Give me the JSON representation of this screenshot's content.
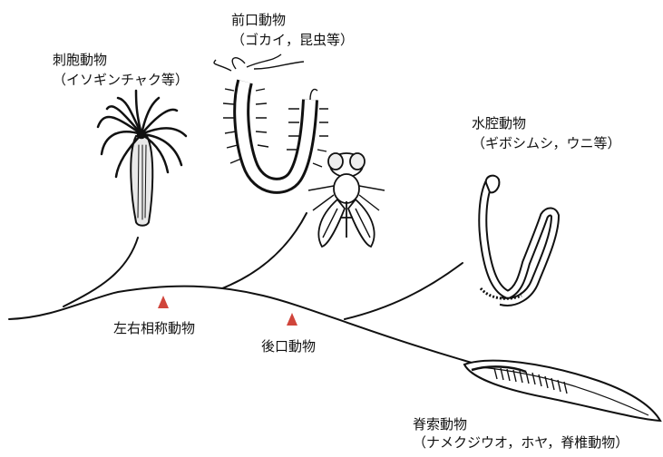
{
  "groups": {
    "cnidaria": {
      "name": "刺胞動物",
      "examples": "（イソギンチャク等）"
    },
    "protostomia": {
      "name": "前口動物",
      "examples": "（ゴカイ，昆虫等）"
    },
    "echinodermata": {
      "name": "水腔動物",
      "examples": "（ギボシムシ，ウニ等）"
    },
    "chordata": {
      "name": "脊索動物",
      "examples": "（ナメクジウオ，ホヤ，脊椎動物）"
    }
  },
  "nodes": {
    "bilateria": "左右相称動物",
    "deuterostomia": "後口動物"
  },
  "colors": {
    "line": "#111111",
    "marker": "#d0453b"
  }
}
